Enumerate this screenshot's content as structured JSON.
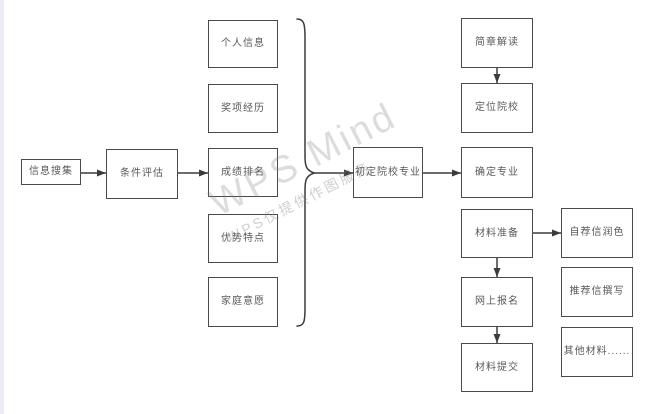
{
  "watermark": {
    "main": "WPS Mind",
    "sub": "WPS仅提供作图服务"
  },
  "nodes": {
    "info_collect": {
      "label": "信息搜集"
    },
    "condition_eval": {
      "label": "条件评估"
    },
    "personal_info": {
      "label": "个人信息"
    },
    "award_exp": {
      "label": "奖项经历"
    },
    "score_rank": {
      "label": "成绩排名"
    },
    "advantage": {
      "label": "优势特点"
    },
    "family_wish": {
      "label": "家庭意愿"
    },
    "initial_school": {
      "label": "初定院校专业"
    },
    "brochure_read": {
      "label": "简章解读"
    },
    "locate_school": {
      "label": "定位院校"
    },
    "confirm_major": {
      "label": "确定专业"
    },
    "material_prep": {
      "label": "材料准备"
    },
    "online_signup": {
      "label": "网上报名"
    },
    "material_submit": {
      "label": "材料提交"
    },
    "self_letter": {
      "label": "自荐信润色"
    },
    "rec_letter": {
      "label": "推荐信撰写"
    },
    "other_material": {
      "label": "其他材料......"
    }
  },
  "colors": {
    "node_border": "#4a4a4a",
    "node_text": "#595959",
    "connector": "#3c3c3c",
    "left_strip": "#ececf6",
    "background": "#ffffff"
  }
}
